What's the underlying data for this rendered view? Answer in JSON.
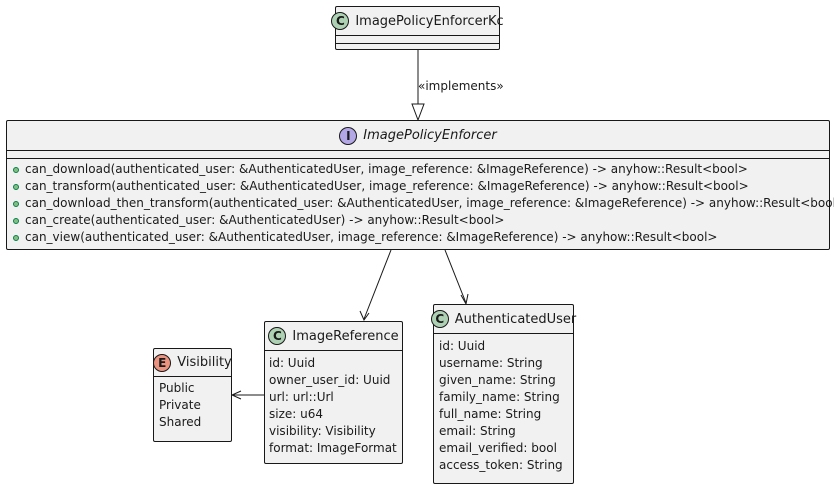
{
  "implements_label": "«implements»",
  "kc": {
    "name": "ImagePolicyEnforcerKc",
    "icon": "C",
    "icon_color": "#add1b2"
  },
  "iface": {
    "name": "ImagePolicyEnforcer",
    "icon": "I",
    "icon_color": "#b4a7e5",
    "methods": [
      "can_download(authenticated_user: &AuthenticatedUser, image_reference: &ImageReference) -> anyhow::Result<bool>",
      "can_transform(authenticated_user: &AuthenticatedUser, image_reference: &ImageReference) -> anyhow::Result<bool>",
      "can_download_then_transform(authenticated_user: &AuthenticatedUser, image_reference: &ImageReference) -> anyhow::Result<bool>",
      "can_create(authenticated_user: &AuthenticatedUser) -> anyhow::Result<bool>",
      "can_view(authenticated_user: &AuthenticatedUser, image_reference: &ImageReference) -> anyhow::Result<bool>"
    ]
  },
  "visibility": {
    "name": "Visibility",
    "icon": "E",
    "icon_color": "#eb937f",
    "values": [
      "Public",
      "Private",
      "Shared"
    ]
  },
  "imageref": {
    "name": "ImageReference",
    "icon": "C",
    "icon_color": "#add1b2",
    "fields": [
      "id: Uuid",
      "owner_user_id: Uuid",
      "url: url::Url",
      "size: u64",
      "visibility: Visibility",
      "format: ImageFormat"
    ]
  },
  "authuser": {
    "name": "AuthenticatedUser",
    "icon": "C",
    "icon_color": "#add1b2",
    "fields": [
      "id: Uuid",
      "username: String",
      "given_name: String",
      "family_name: String",
      "full_name: String",
      "email: String",
      "email_verified: bool",
      "access_token: String"
    ]
  }
}
